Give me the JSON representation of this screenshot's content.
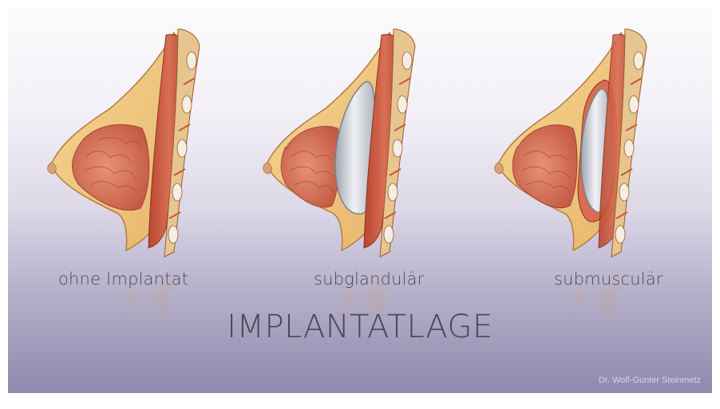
{
  "slide": {
    "title": "IMPLANTATLAGE",
    "credit": "Dr. Wolf-Gunter Steinmetz"
  },
  "figures": [
    {
      "label": "ohne Implantat"
    },
    {
      "label": "subglandulär"
    },
    {
      "label": "submusculär"
    }
  ],
  "colors": {
    "fat": "#efc77c",
    "muscle": "#c9573e",
    "gland": "#d97860",
    "implant": "#c8ccd4",
    "outline": "#a9673c"
  }
}
